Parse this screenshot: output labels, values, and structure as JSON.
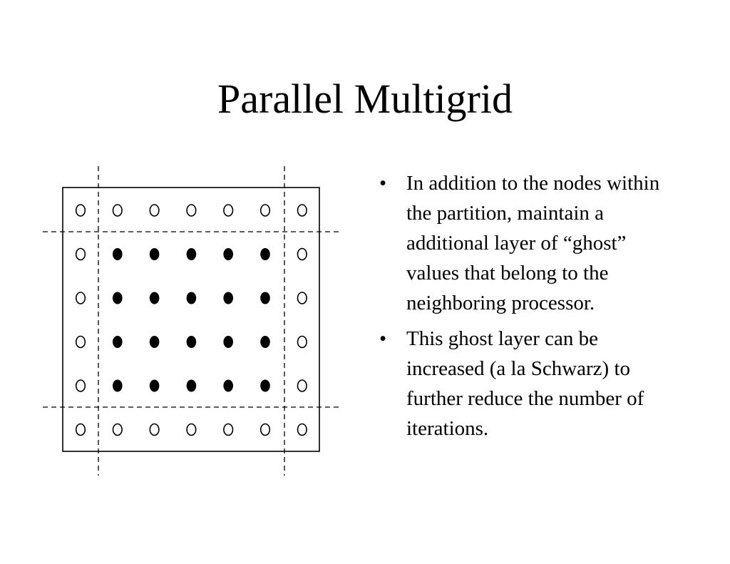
{
  "slide": {
    "title": "Parallel Multigrid"
  },
  "grid_diagram": {
    "rows": [
      [
        "ghost",
        "ghost",
        "ghost",
        "ghost",
        "ghost",
        "ghost",
        "ghost"
      ],
      [
        "ghost",
        "interior",
        "interior",
        "interior",
        "interior",
        "interior",
        "ghost"
      ],
      [
        "ghost",
        "interior",
        "interior",
        "interior",
        "interior",
        "interior",
        "ghost"
      ],
      [
        "ghost",
        "interior",
        "interior",
        "interior",
        "interior",
        "interior",
        "ghost"
      ],
      [
        "ghost",
        "interior",
        "interior",
        "interior",
        "interior",
        "interior",
        "ghost"
      ],
      [
        "ghost",
        "ghost",
        "ghost",
        "ghost",
        "ghost",
        "ghost",
        "ghost"
      ]
    ],
    "node_styles": {
      "ghost": "hollow",
      "interior": "filled"
    },
    "line_color": "#000000"
  },
  "bullets": [
    {
      "mark": "•",
      "text": "In addition to the nodes within the partition, maintain a additional layer of “ghost” values that belong to the neighboring processor."
    },
    {
      "mark": "•",
      "text": "This ghost layer can be increased (a la Schwarz) to further reduce the number of iterations."
    }
  ]
}
